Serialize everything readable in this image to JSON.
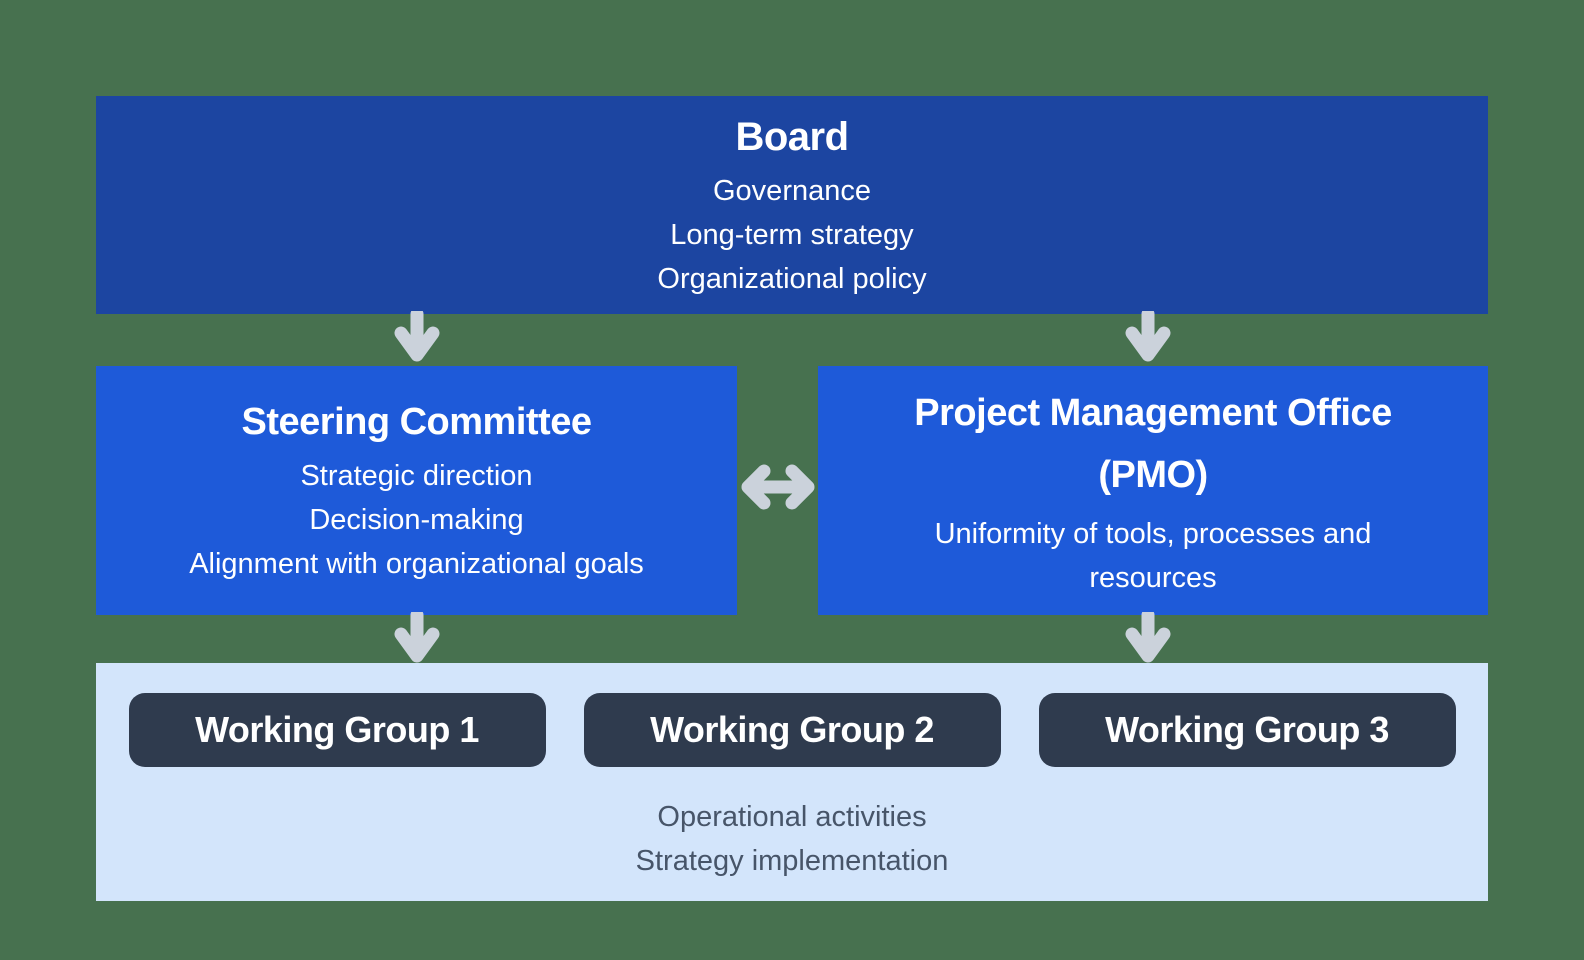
{
  "colors": {
    "background": "#47714F",
    "board_box": "#1C45A1",
    "middle_box": "#1E5AD9",
    "bottom_panel": "#D3E5FB",
    "working_group_pill": "#2F3B4E",
    "arrow": "#CBD2DB",
    "box_text": "#FFFFFF",
    "panel_text": "#475569"
  },
  "board": {
    "title": "Board",
    "lines": [
      "Governance",
      "Long-term strategy",
      "Organizational policy"
    ]
  },
  "steering_committee": {
    "title": "Steering Committee",
    "lines": [
      "Strategic direction",
      "Decision-making",
      "Alignment with organizational goals"
    ]
  },
  "pmo": {
    "title": "Project Management Office (PMO)",
    "lines": [
      "Uniformity of tools, processes and resources"
    ]
  },
  "working_groups": {
    "items": [
      "Working Group 1",
      "Working Group 2",
      "Working Group 3"
    ],
    "lines": [
      "Operational activities",
      "Strategy implementation"
    ]
  }
}
